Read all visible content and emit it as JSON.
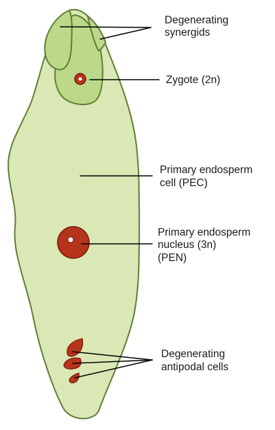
{
  "colors": {
    "embryo_sac_fill": "#d9e8b4",
    "embryo_sac_outline": "#5f7d34",
    "synergid_fill": "#bcd98a",
    "nucleus_red": "#b5341b",
    "nucleus_outline": "#7a1a0c",
    "vacuole_white": "#ffffff",
    "leader_line": "#000000",
    "text": "#1a1a1a"
  },
  "labels": {
    "synergids": [
      "Degenerating",
      "synergids"
    ],
    "zygote": [
      "Zygote (2n)"
    ],
    "pec": [
      "Primary endosperm",
      "cell (PEC)"
    ],
    "pen": [
      "Primary endosperm",
      "nucleus (3n)",
      "(PEN)"
    ],
    "antipodal": [
      "Degenerating",
      "antipodal cells"
    ]
  }
}
